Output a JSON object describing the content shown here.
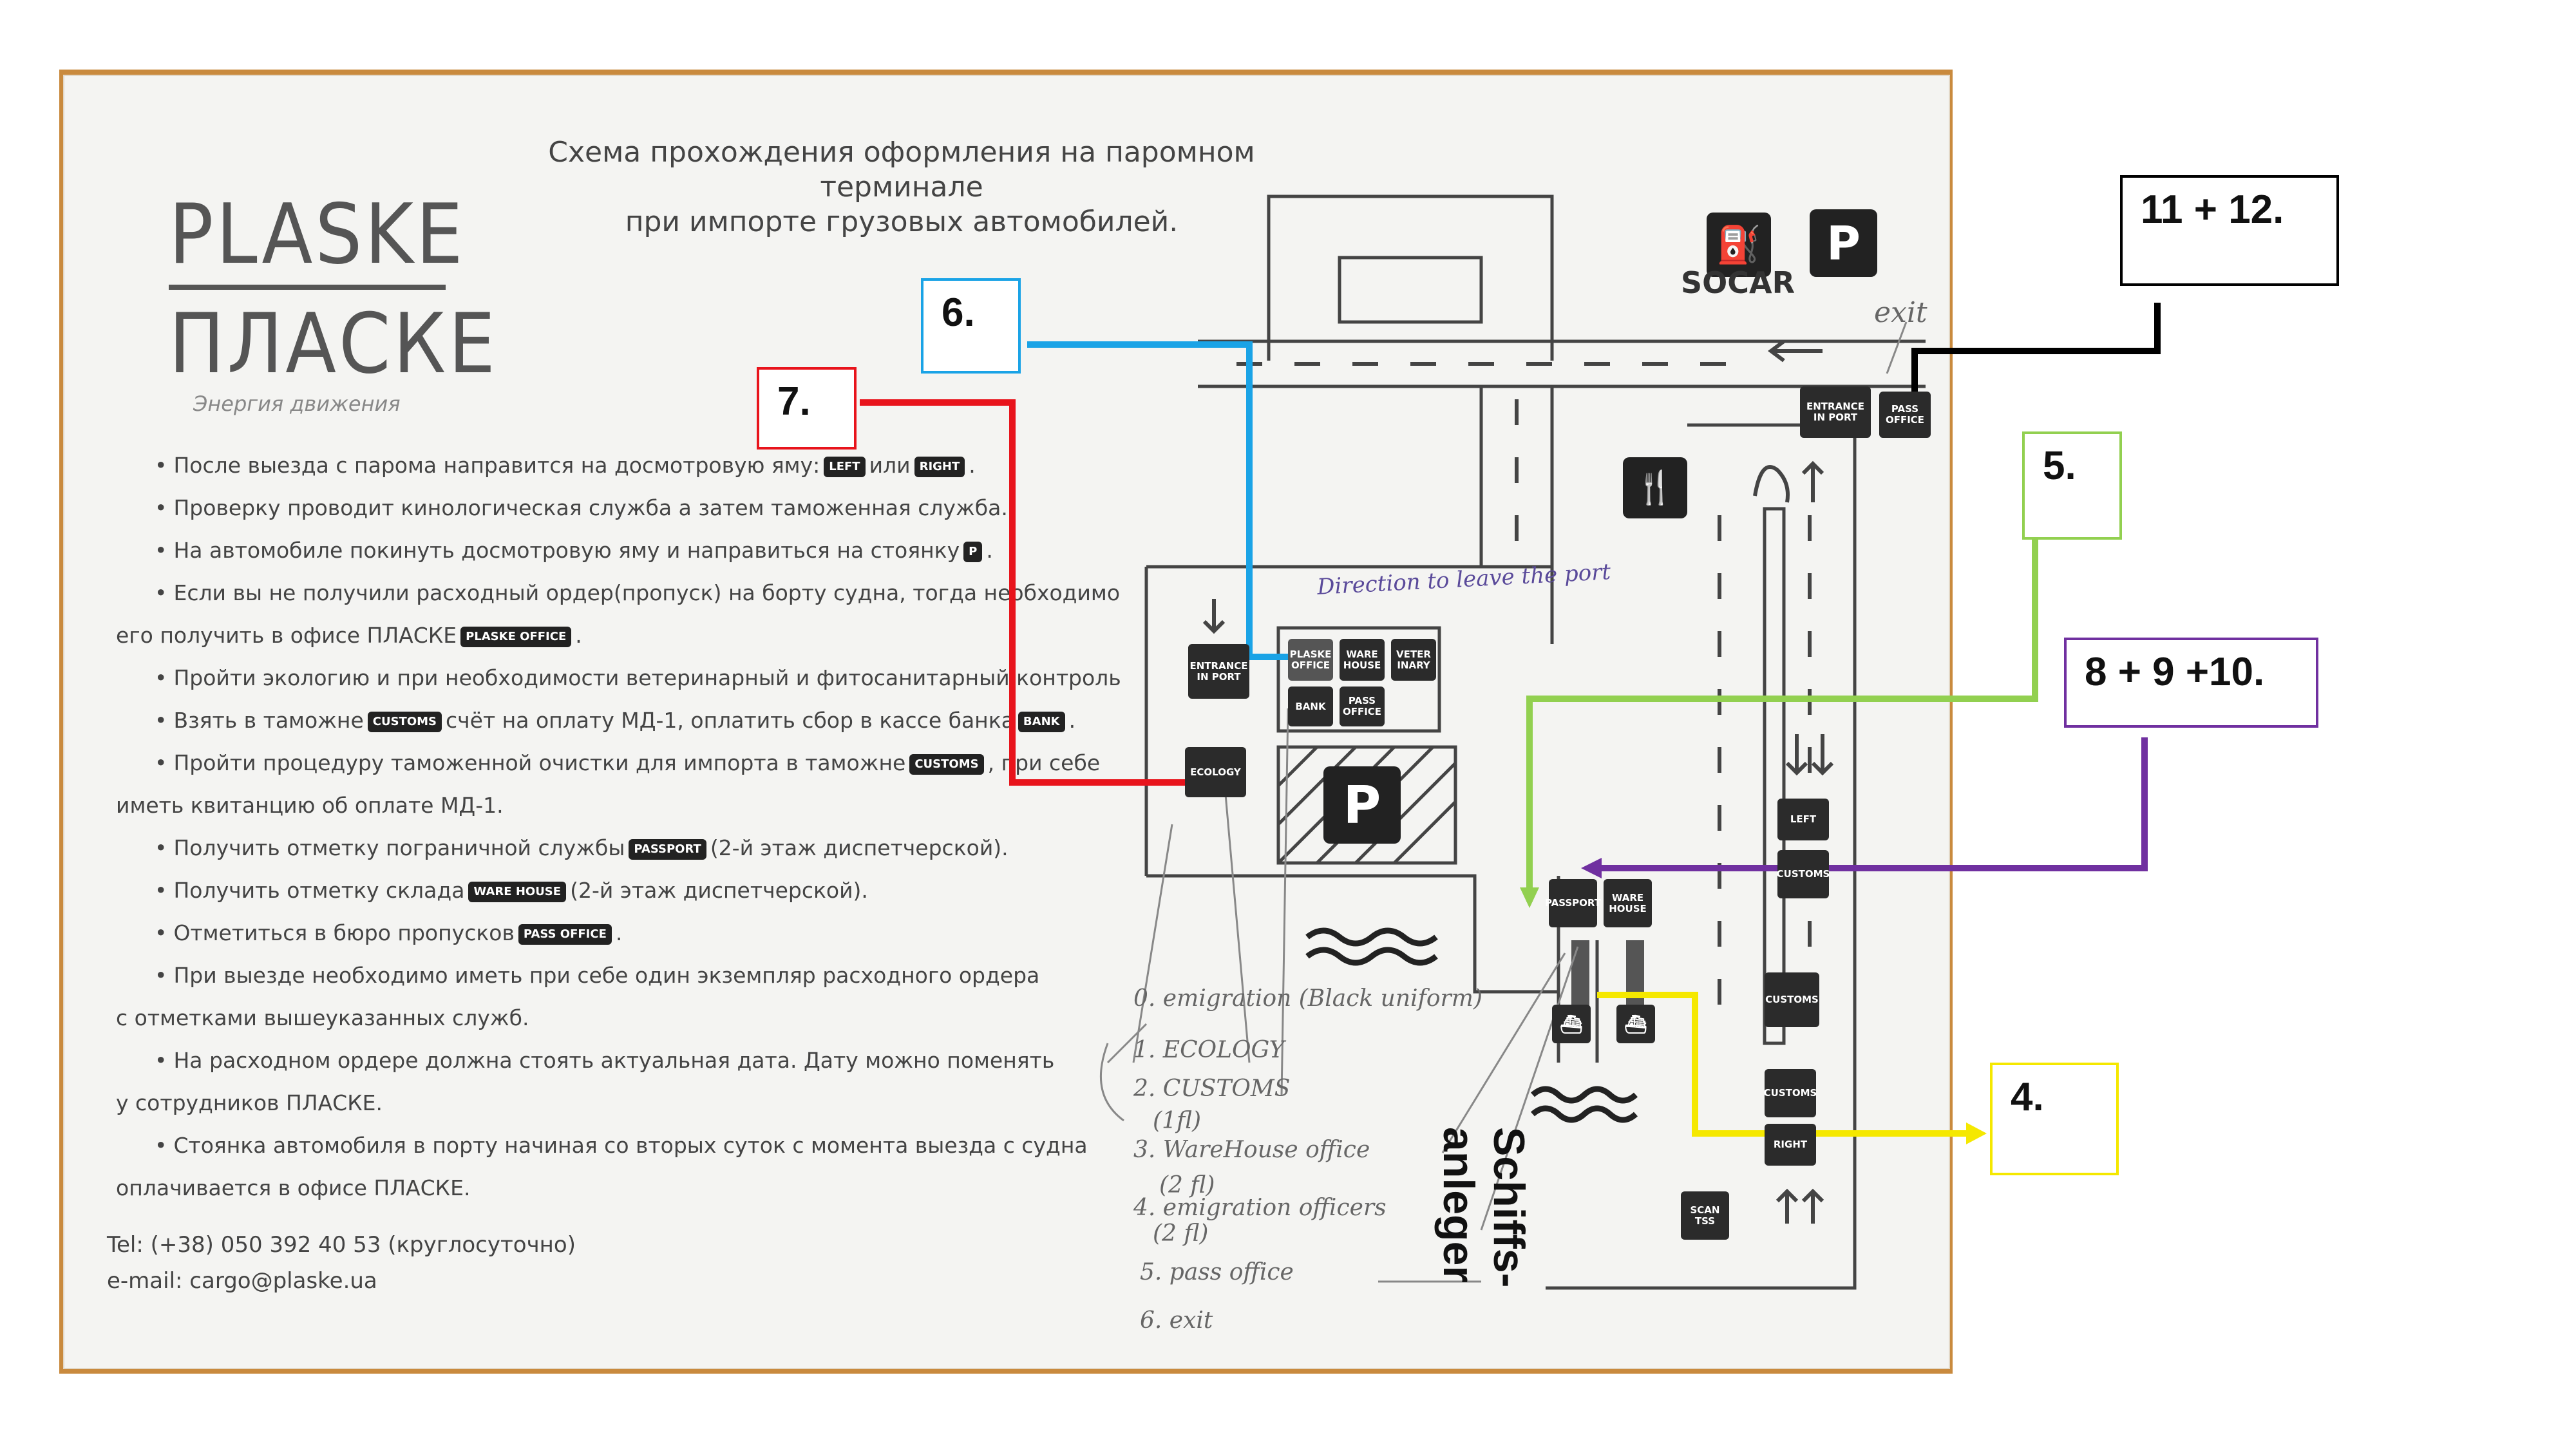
{
  "document": {
    "title_line1": "Схема прохождения оформления на паромном терминале",
    "title_line2": "при импорте грузовых автомобилей.",
    "logo_latin": "PLASKE",
    "logo_cyrillic": "ПЛАСКЕ",
    "tagline": "Энергия движения",
    "instructions": [
      {
        "before": "После выезда с парома направится на досмотровую яму:",
        "chip1": "LEFT",
        "mid": "или",
        "chip2": "RIGHT",
        "after": "."
      },
      {
        "text": "Проверку проводит кинологическая служба а затем таможенная служба."
      },
      {
        "before": "На автомобиле покинуть досмотровую яму и направиться на стоянку",
        "chip1": "P",
        "after": "."
      },
      {
        "text": "Если вы не получили расходный ордер(пропуск) на борту судна, тогда необходимо"
      },
      {
        "before": "его получить в офисе ПЛАСКЕ",
        "chip1": "PLASKE OFFICE",
        "after": "."
      },
      {
        "text": "Пройти экологию и при необходимости ветеринарный и фитосанитарный контроль."
      },
      {
        "before": "Взять в таможне",
        "chip1": "CUSTOMS",
        "mid": "счёт на оплату МД-1, оплатить сбор в кассе банка",
        "chip2": "BANK",
        "after": "."
      },
      {
        "before": "Пройти процедуру таможенной очистки для импорта в таможне",
        "chip1": "CUSTOMS",
        "after": ", при себе"
      },
      {
        "text": "иметь квитанцию об оплате МД-1."
      },
      {
        "before": "Получить отметку пограничной службы",
        "chip1": "PASSPORT",
        "after": "(2-й этаж диспетчерской)."
      },
      {
        "before": "Получить отметку склада",
        "chip1": "WARE HOUSE",
        "after": "(2-й этаж диспетчерской)."
      },
      {
        "before": "Отметиться в бюро пропусков",
        "chip1": "PASS OFFICE",
        "after": "."
      },
      {
        "text": "При выезде необходимо иметь при себе один экземпляр расходного ордера"
      },
      {
        "text": "с отметками вышеуказанных служб."
      },
      {
        "text": "На расходном ордере должна стоять актуальная дата. Дату можно поменять"
      },
      {
        "text": "у сотрудников ПЛАСКЕ."
      },
      {
        "text": "Стоянка автомобиля в порту начиная со вторых суток с момента выезда с судна"
      },
      {
        "text": "оплачивается в офисе ПЛАСКЕ."
      }
    ],
    "tel": "Tel: (+38) 050 392 40 53 (круглосуточно)",
    "email": "e-mail: cargo@plaske.ua"
  },
  "map": {
    "socar": "SOCAR",
    "fuel": "⛽",
    "parking": "P",
    "restaurant": "🍴",
    "labels": {
      "entrance_top": "ENTRANCE IN PORT",
      "pass_top": "PASS OFFICE",
      "entrance_left": "ENTRANCE IN PORT",
      "plaske_office": "PLASKE OFFICE",
      "warehouse1": "WARE HOUSE",
      "veterinary": "VETER INARY",
      "bank": "BANK",
      "pass_office2": "PASS OFFICE",
      "ecology": "ECOLOGY",
      "passport": "PASSPORT",
      "warehouse2": "WARE HOUSE",
      "left": "LEFT",
      "customs_r1": "CUSTOMS",
      "customs_r2": "CUSTOMS",
      "customs_r3": "CUSTOMS",
      "right": "RIGHT",
      "scan": "SCAN TSS"
    }
  },
  "handwriting": {
    "exit": "exit",
    "direction": "Direction to leave the port",
    "list": [
      "0. emigration (Black uniform)",
      "1. ECOLOGY",
      "2. CUSTOMS",
      "(1fl)",
      "3. WareHouse office",
      "(2 fl)",
      "4. emigration officers",
      "(2 fl)",
      "5. pass office",
      "6. exit"
    ]
  },
  "callouts": {
    "c1112": "11 + 12.",
    "c6": "6.",
    "c7": "7.",
    "c5": "5.",
    "c8910": "8 + 9 +10.",
    "c4": "4."
  },
  "ship_label": "Schiffs-\nanleger",
  "colors": {
    "blue": "#1aa3e6",
    "red": "#e8141c",
    "green": "#92d050",
    "purple": "#7030a0",
    "yellow": "#f5e800",
    "black": "#000000"
  }
}
